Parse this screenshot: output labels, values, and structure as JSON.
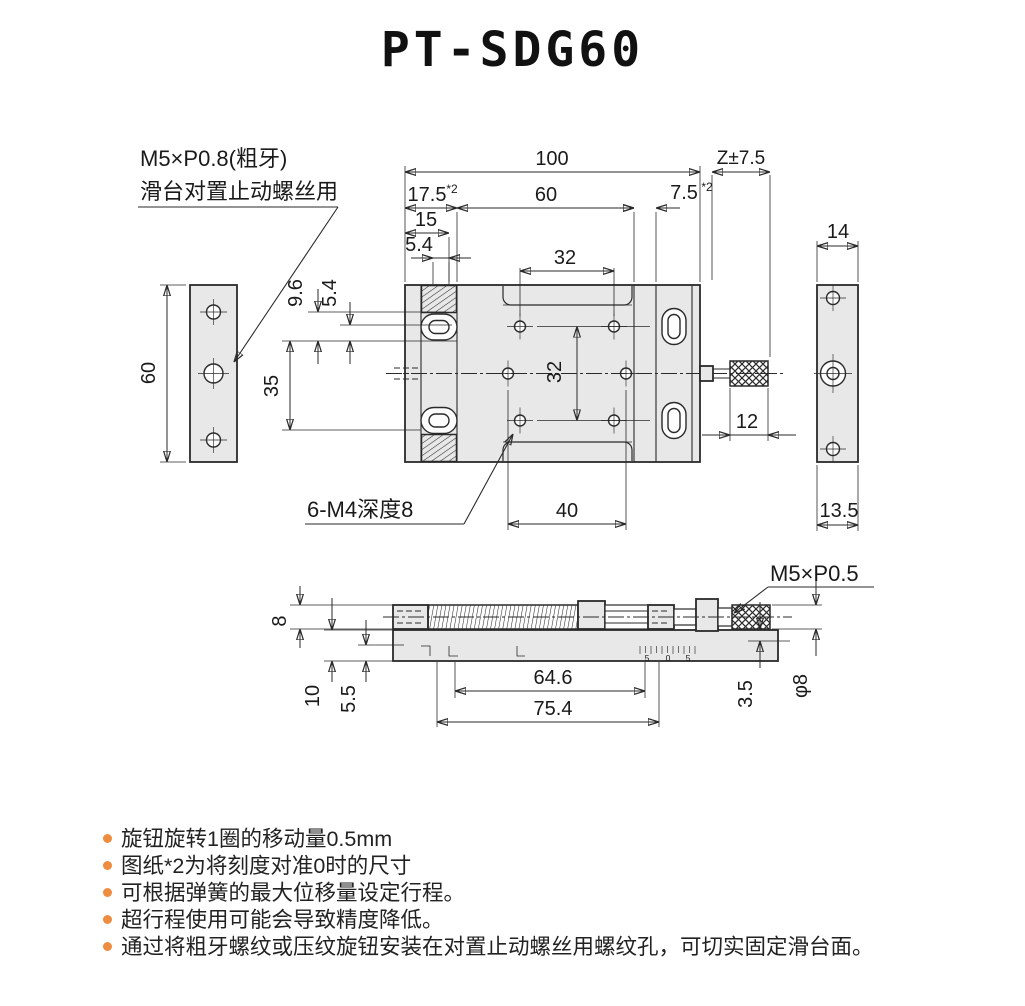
{
  "title": "PT-SDG60",
  "labels": {
    "note_thread_1": "M5×P0.8(粗牙)",
    "note_thread_2": "滑台对置止动螺丝用",
    "note_tap": "6-M4深度8",
    "note_knob_thread": "M5×P0.5",
    "dim_100": "100",
    "dim_travel": "Z±7.5",
    "dim_17_5": "17.5",
    "star2": "*2",
    "dim_60_top": "60",
    "dim_7_5": "7.5",
    "dim_15": "15",
    "dim_5_4_top": "5.4",
    "dim_32_top": "32",
    "dim_9_6": "9.6",
    "dim_5_4_left": "5.4",
    "dim_35": "35",
    "dim_60_left": "60",
    "dim_32_mid": "32",
    "dim_14": "14",
    "dim_12": "12",
    "dim_13_5": "13.5",
    "dim_40": "40",
    "dim_8": "8",
    "dim_10": "10",
    "dim_5_5": "5.5",
    "dim_64_6": "64.6",
    "dim_75_4": "75.4",
    "dim_3_5": "3.5",
    "dim_phi8": "φ8",
    "scale_left": "5",
    "scale_zero": "0",
    "scale_right": "5"
  },
  "bullets": [
    "旋钮旋转1圈的移动量0.5mm",
    "图纸*2为将刻度对准0时的尺寸",
    "可根据弹簧的最大位移量设定行程。",
    "超行程使用可能会导致精度降低。",
    "通过将粗牙螺纹或压纹旋钮安装在对置止动螺丝用螺纹孔，可切实固定滑台面。"
  ],
  "colors": {
    "line": "#2a2a2a",
    "part_fill": "#e8e8e8",
    "bullet": "#ee8c3f",
    "background": "#ffffff"
  }
}
